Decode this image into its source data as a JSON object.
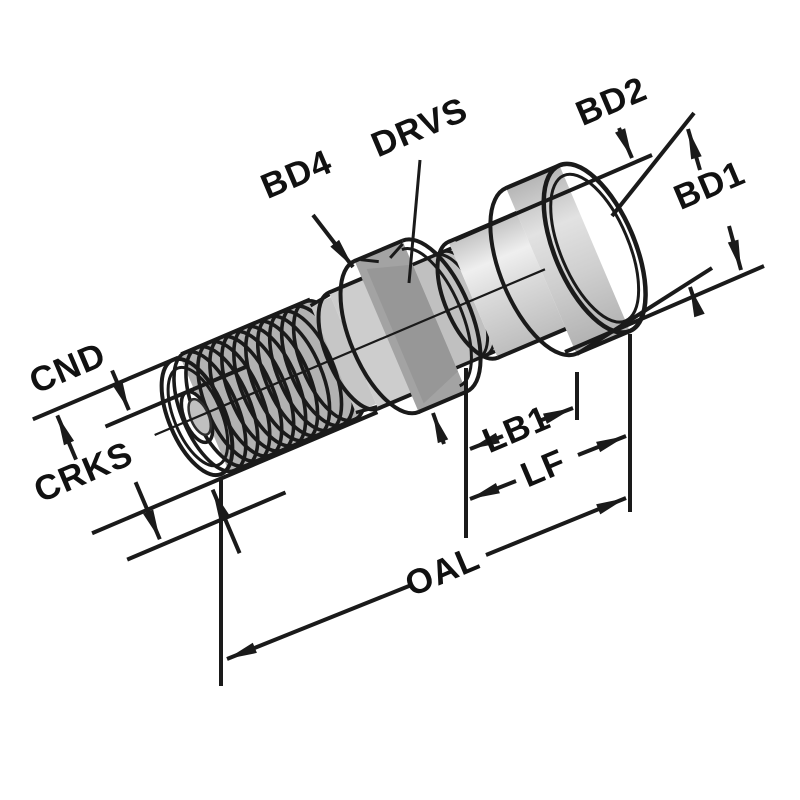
{
  "diagram": {
    "type": "technical-dimension-drawing",
    "subject": "pull stud / retention knob shown in tilted 3D line-art view with dimension callouts",
    "colors": {
      "background": "#ffffff",
      "line": "#1a1a1a",
      "metal_light": "#eaeaea",
      "metal_mid": "#cdcdcd",
      "thread": "#b2b2b2",
      "collar": "#a3a3a3",
      "collar_flat": "#979797",
      "bore": "#8d8d8d"
    },
    "labels": {
      "bd4": "BD4",
      "drvs": "DRVS",
      "bd2": "BD2",
      "bd1": "BD1",
      "cnd": "CND",
      "crks": "CRKS",
      "lb1": "LB1",
      "lf": "LF",
      "oal": "OAL"
    }
  }
}
